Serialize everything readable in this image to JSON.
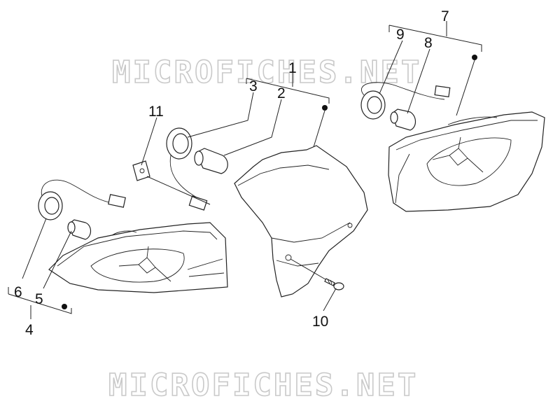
{
  "watermark": {
    "text": "MICROFICHES.NET"
  },
  "callouts": {
    "c1": "1",
    "c2": "2",
    "c3": "3",
    "c4": "4",
    "c5": "5",
    "c6": "6",
    "c7": "7",
    "c8": "8",
    "c9": "9",
    "c10": "10",
    "c11": "11"
  }
}
